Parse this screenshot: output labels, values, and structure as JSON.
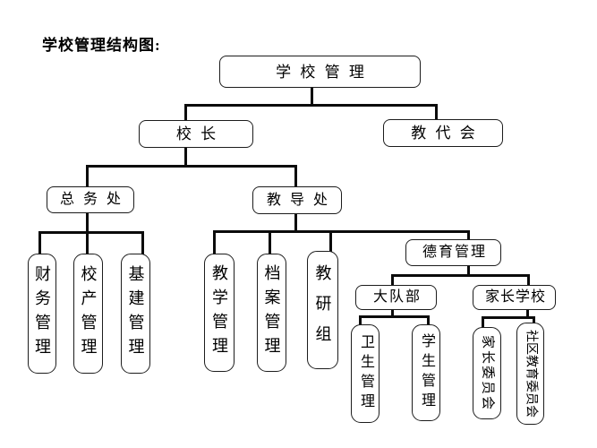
{
  "title": "学校管理结构图:",
  "colors": {
    "background": "#ffffff",
    "line": "#0b0b0b",
    "box_border": "#1c1c1c",
    "text": "#000000"
  },
  "nodes": {
    "school_management": "学 校 管 理",
    "principal": "校 长",
    "teachers_congress": "教 代 会",
    "general_affairs": "总 务 处",
    "teaching_office": "教 导 处",
    "finance": "财务管理",
    "school_property": "校产管理",
    "infrastructure": "基建管理",
    "teaching_mgmt": "教学管理",
    "archives": "档案管理",
    "teaching_research": "教研组",
    "moral_education": "德育管理",
    "brigade": "大队部",
    "parent_school": "家长学校",
    "health": "卫生管理",
    "student": "学生管理",
    "parent_committee": "家长委员会",
    "community_committee": "社区教育委员会"
  },
  "hierarchy": {
    "学 校 管 理": {
      "校 长": {
        "总 务 处": [
          "财务管理",
          "校产管理",
          "基建管理"
        ],
        "教 导 处": {
          "children": [
            "教学管理",
            "档案管理",
            "教研组"
          ],
          "德育管理": {
            "大队部": [
              "卫生管理",
              "学生管理"
            ],
            "家长学校": [
              "家长委员会",
              "社区教育委员会"
            ]
          }
        }
      },
      "教 代 会": []
    }
  }
}
